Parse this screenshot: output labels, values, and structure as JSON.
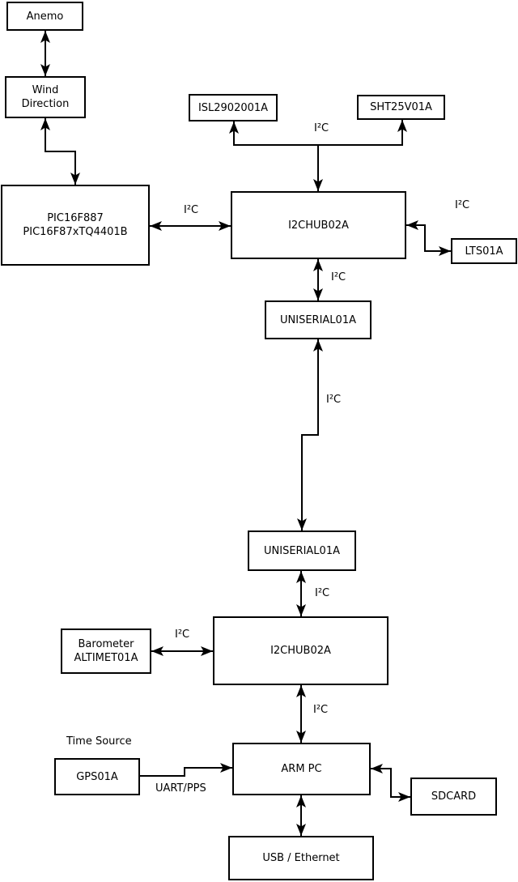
{
  "nodes": {
    "anemo": {
      "label": "Anemo"
    },
    "wind_direction": {
      "line1": "Wind",
      "line2": "Direction"
    },
    "pic": {
      "line1": "PIC16F887",
      "line2": "PIC16F87xTQ4401B"
    },
    "isl": {
      "label": "ISL2902001A"
    },
    "sht": {
      "label": "SHT25V01A"
    },
    "i2chub_top": {
      "label": "I2CHUB02A"
    },
    "lts": {
      "label": "LTS01A"
    },
    "uniserial_top": {
      "label": "UNISERIAL01A"
    },
    "uniserial_bottom": {
      "label": "UNISERIAL01A"
    },
    "i2chub_bottom": {
      "label": "I2CHUB02A"
    },
    "barometer": {
      "line1": "Barometer",
      "line2": "ALTIMET01A"
    },
    "gps": {
      "label": "GPS01A"
    },
    "arm_pc": {
      "label": "ARM PC"
    },
    "sdcard": {
      "label": "SDCARD"
    },
    "usb_ethernet": {
      "label": "USB / Ethernet"
    }
  },
  "edge_labels": {
    "i2c_sensors": "I²C",
    "i2c_pic_hub": "I²C",
    "i2c_hub_lts": "I²C",
    "i2c_hub_serial": "I²C",
    "i2c_serial_link": "I²C",
    "i2c_serial_hub2": "I²C",
    "i2c_barometer_hub": "I²C",
    "i2c_hub2_arm": "I²C",
    "time_source": "Time Source",
    "uart_pps": "UART/PPS"
  },
  "colors": {
    "line": "#000000",
    "background": "#ffffff",
    "box_fill": "#ffffff"
  }
}
